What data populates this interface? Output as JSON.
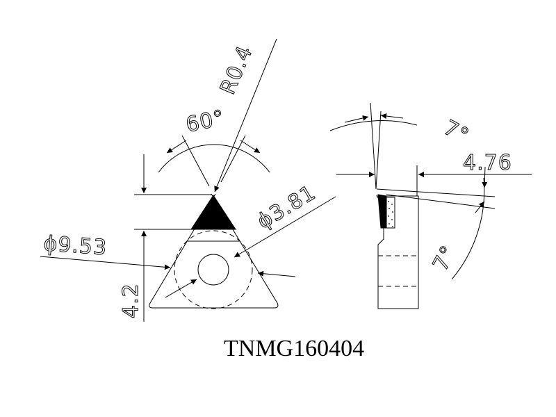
{
  "labels": {
    "angle_tip": "60°",
    "corner_radius": "R0.4",
    "inscribed_circle": "ϕ9.53",
    "hole": "ϕ3.81",
    "height": "4.2",
    "thickness": "4.76",
    "clearance_top": "7°",
    "clearance_side": "7°"
  },
  "part_designation": "TNMG160404",
  "colors": {
    "line": "#000000",
    "background": "#ffffff"
  }
}
